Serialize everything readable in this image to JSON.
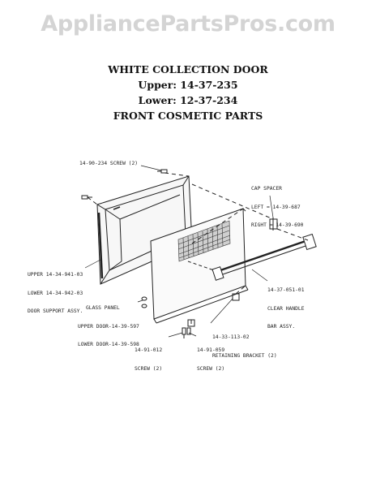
{
  "watermark": "AppliancePartsPros.com",
  "header": {
    "line1": "WHITE COLLECTION DOOR",
    "line2": "Upper: 14-37-235",
    "line3": "Lower: 12-37-234",
    "line4": "FRONT COSMETIC PARTS"
  },
  "callouts": {
    "screw_top": "14-90-234 SCREW (2)",
    "cap_spacer_1": "CAP SPACER",
    "cap_spacer_2": "LEFT = 14-39-687",
    "cap_spacer_3": "RIGHT = 14-39-690",
    "door_support_1": "UPPER 14-34-941-03",
    "door_support_2": "LOWER 14-34-942-03",
    "door_support_3": "DOOR SUPPORT ASSY.",
    "handle_1": "14-37-051-01",
    "handle_2": "CLEAR HANDLE",
    "handle_3": "BAR ASSY.",
    "glass_1": "GLASS PANEL",
    "glass_2": "UPPER DOOR-14-39-597",
    "glass_3": "LOWER DOOR-14-39-598",
    "bracket_1": "14-33-113-02",
    "bracket_2": "RETAINING BRACKET (2)",
    "screw_left_1": "14-91-012",
    "screw_left_2": "SCREW (2)",
    "screw_right_1": "14-91-059",
    "screw_right_2": "SCREW (2)"
  }
}
